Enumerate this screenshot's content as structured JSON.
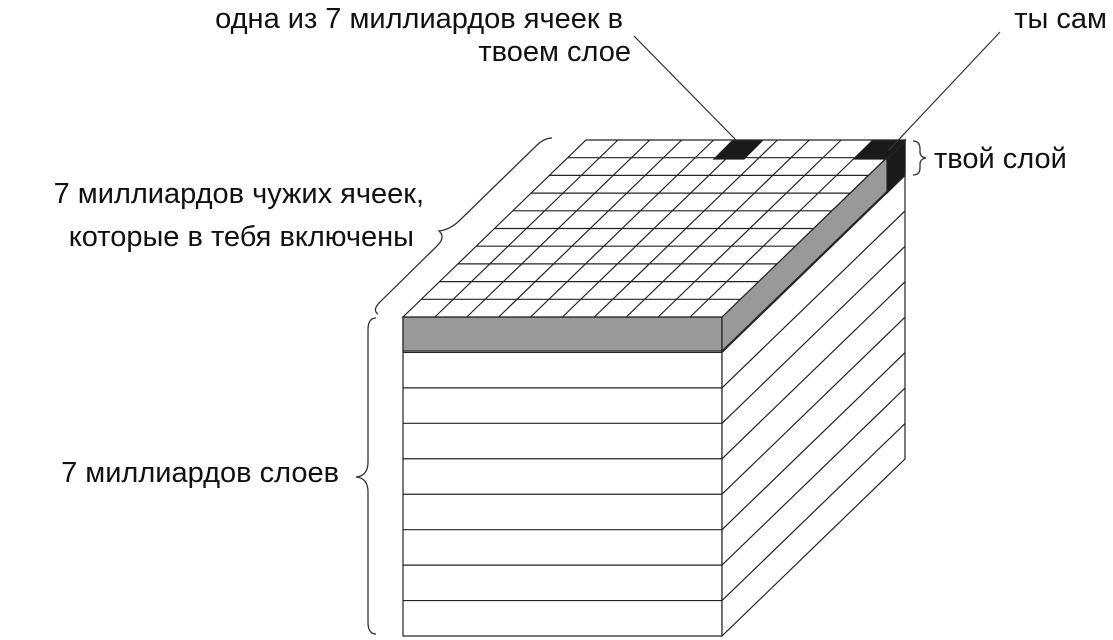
{
  "labels": {
    "one_cell_line1": "одна из 7 миллиардов ячеек в",
    "one_cell_line2": "твоем слое",
    "yourself": "ты сам",
    "your_layer": "твой слой",
    "foreign_cells_line1": "7 миллиардов чужих ячеек,",
    "foreign_cells_line2": "которые в тебя включены",
    "layers": "7 миллиардов слоев"
  },
  "colors": {
    "highlight_layer": "#999999",
    "dark_cell": "#1a1a1a",
    "line": "#222222",
    "background": "#ffffff"
  }
}
